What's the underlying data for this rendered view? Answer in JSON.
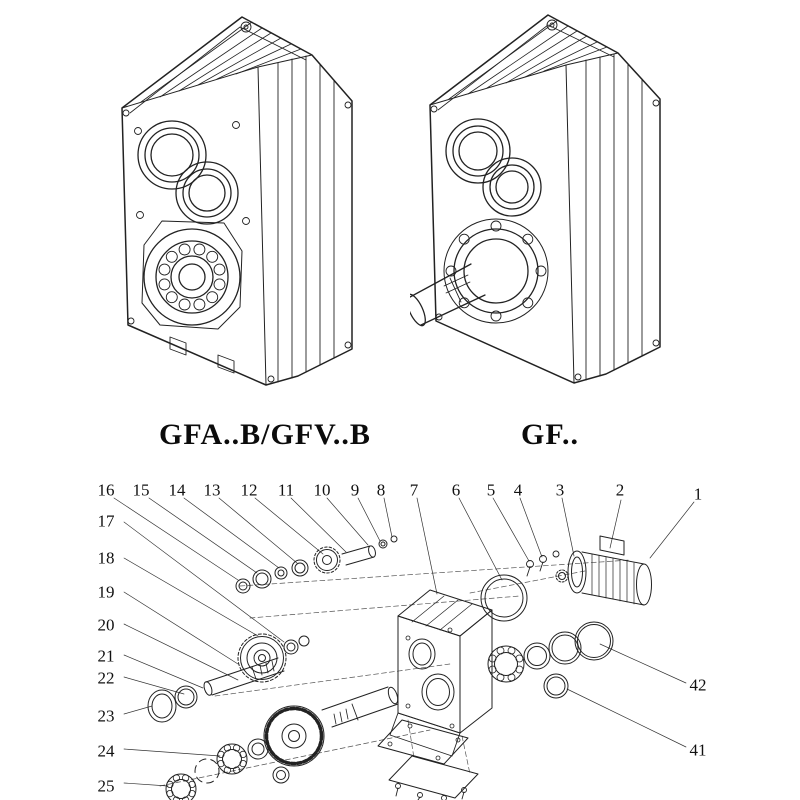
{
  "models": {
    "left": "GFA..B/GFV..B",
    "right": "GF.."
  },
  "colors": {
    "line": "#222222",
    "text": "#111111"
  },
  "exploded": {
    "top_row": [
      "16",
      "15",
      "14",
      "13",
      "12",
      "11",
      "10",
      "9",
      "8",
      "7",
      "6",
      "5",
      "4",
      "3",
      "2",
      "1"
    ],
    "left_col": [
      "17",
      "18",
      "19",
      "20",
      "21",
      "22",
      "23",
      "24",
      "25"
    ],
    "right_col": [
      "42",
      "41"
    ]
  }
}
